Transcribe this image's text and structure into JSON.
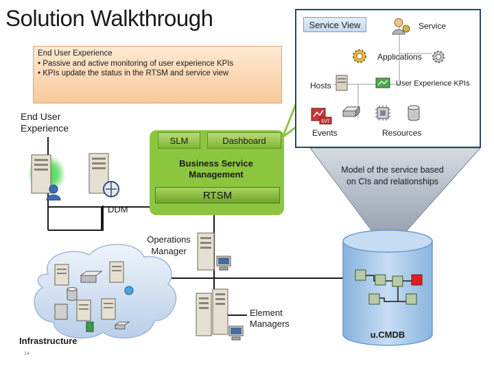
{
  "title": "Solution Walkthrough",
  "user_experience_box": {
    "heading": "End User Experience",
    "bullets": [
      "• Passive and active monitoring of user experience KPIs",
      "• KPIs update the status in the RTSM and service view"
    ]
  },
  "service_view": {
    "button": "Service View",
    "labels": {
      "service": "Service",
      "applications": "Applications",
      "hosts": "Hosts",
      "kpis": "User Experience KPIs",
      "events": "Events",
      "resources": "Resources"
    },
    "badge_text": "EVT"
  },
  "left_label": "End User Experience",
  "bsm": {
    "tab_slm": "SLM",
    "tab_dashboard": "Dashboard",
    "title": "Business Service Management",
    "rtsm": "RTSM"
  },
  "ddm": "DDM",
  "operations_manager": "Operations Manager",
  "element_managers": "Element Managers",
  "infrastructure": "Infrastructure",
  "model_text": "Model of the service based on CIs and relationships",
  "ucmdb": "u.CMDB",
  "page_number": "14",
  "colors": {
    "bsm_green": "#8cc63f",
    "panel_border": "#26426c",
    "callout_orange": "#f9c99a",
    "cylinder_blue": "#9cc2e8",
    "red_node": "#e01e1e"
  }
}
